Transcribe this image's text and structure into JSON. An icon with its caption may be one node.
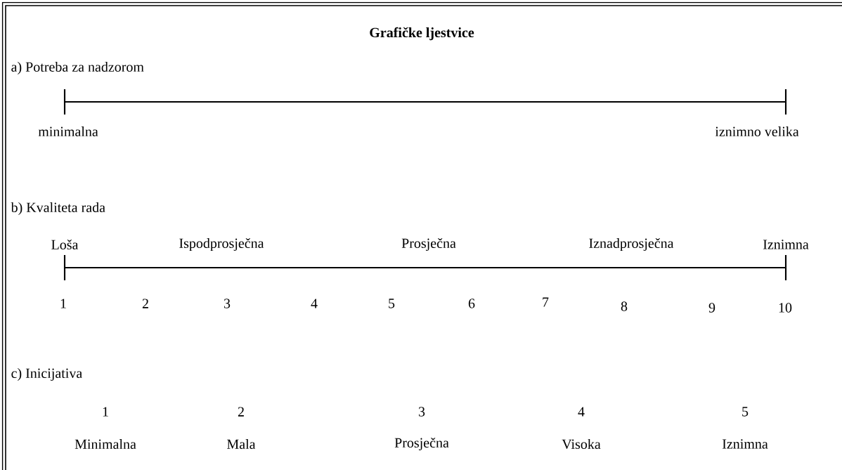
{
  "diagram": {
    "title": "Grafičke ljestvice",
    "labels": [
      "a) Potreba za nadzorom",
      "minimalna",
      "iznimno velika",
      "b) Kvaliteta rada",
      "Loša",
      "Ispodprosječna",
      "Prosječna",
      "Iznadprosječna",
      "Iznimna",
      "1",
      "2",
      "3",
      "4",
      "5",
      "6",
      "7",
      "8",
      "9",
      "10",
      "c) Inicijativa",
      "1",
      "2",
      "3",
      "4",
      "5",
      "Minimalna",
      "Mala",
      "Prosječna",
      "Visoka",
      "Iznimna"
    ]
  }
}
